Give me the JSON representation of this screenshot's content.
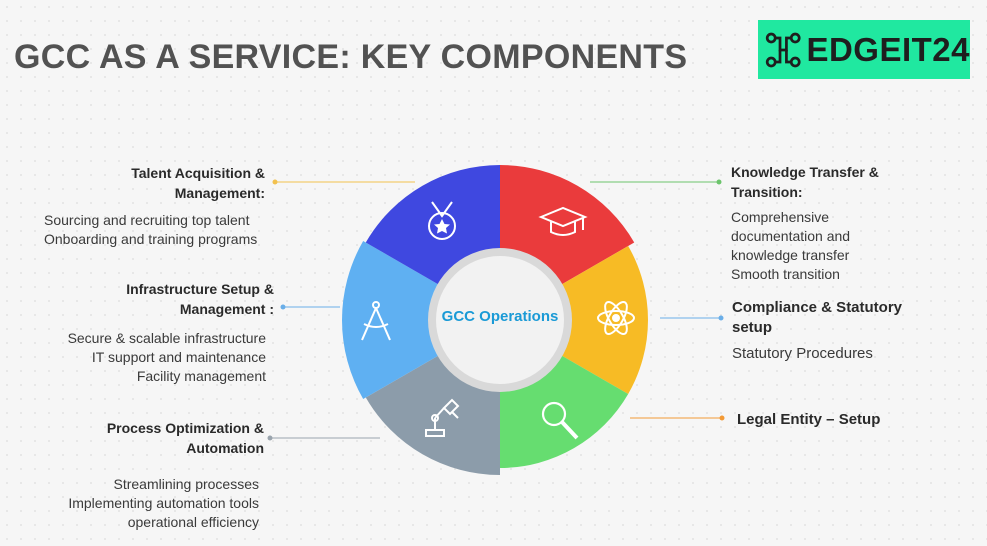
{
  "title": "GCC AS A SERVICE: KEY COMPONENTS",
  "logo": {
    "text": "EDGEIT24",
    "bg_color": "#20e8a0"
  },
  "center": {
    "label": "GCC Operations"
  },
  "left": [
    {
      "heading": [
        "Talent Acquisition &",
        "Management:"
      ],
      "desc": [
        "Sourcing and recruiting top talent",
        "Onboarding and training programs"
      ],
      "dot_color": "#f2c14e"
    },
    {
      "heading": [
        "Infrastructure Setup &",
        "Management :"
      ],
      "desc": [
        "Secure & scalable infrastructure",
        "IT support and maintenance",
        "Facility management"
      ],
      "dot_color": "#6aaee8"
    },
    {
      "heading": [
        "Process Optimization &",
        "Automation"
      ],
      "desc": [
        "Streamlining processes",
        "Implementing automation tools",
        "operational efficiency"
      ],
      "dot_color": "#9aa4ad"
    }
  ],
  "right": [
    {
      "heading": [
        "Knowledge Transfer &",
        "Transition:"
      ],
      "desc": [
        "Comprehensive",
        "documentation and",
        "knowledge transfer",
        "Smooth transition"
      ],
      "dot_color": "#6cc46c"
    },
    {
      "heading": [
        "Compliance & Statutory",
        "setup"
      ],
      "desc": [
        "Statutory Procedures"
      ],
      "dot_color": "#6aaee8"
    },
    {
      "heading": [
        "Legal Entity – Setup"
      ],
      "desc": [],
      "dot_color": "#f39a35"
    }
  ],
  "segments": [
    {
      "name": "knowledge-transfer",
      "color": "#ea3b3c",
      "icon": "graduation-cap-icon"
    },
    {
      "name": "compliance",
      "color": "#f7bb25",
      "icon": "atom-icon"
    },
    {
      "name": "legal-entity",
      "color": "#66dd70",
      "icon": "magnifier-icon"
    },
    {
      "name": "process-optimization",
      "color": "#8c9caa",
      "icon": "robot-arm-icon"
    },
    {
      "name": "infrastructure",
      "color": "#5fb0f2",
      "icon": "compass-icon"
    },
    {
      "name": "talent-acquisition",
      "color": "#3f48e0",
      "icon": "medal-icon"
    }
  ]
}
